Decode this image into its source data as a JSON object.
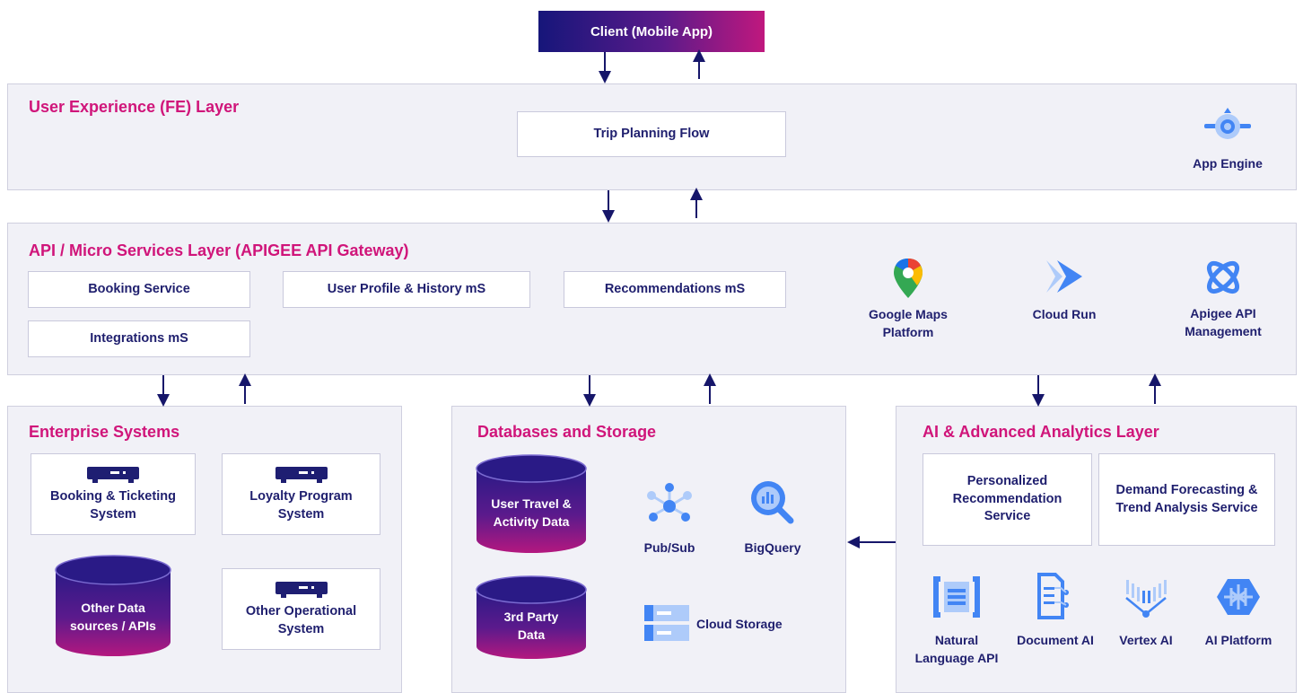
{
  "client": {
    "label": "Client (Mobile App)"
  },
  "ux_layer": {
    "title": "User Experience (FE) Layer",
    "flow": "Trip Planning Flow",
    "service_label": "App Engine"
  },
  "api_layer": {
    "title": "API / Micro Services Layer (APIGEE API Gateway)",
    "services": [
      "Booking Service",
      "User Profile & History mS",
      "Recommendations mS",
      "Integrations mS"
    ],
    "products": [
      "Google Maps Platform",
      "Cloud Run",
      "Apigee API Management"
    ]
  },
  "enterprise": {
    "title": "Enterprise Systems",
    "systems": [
      "Booking & Ticketing System",
      "Loyalty Program System",
      "Other Operational System"
    ],
    "datastore": "Other Data sources / APIs"
  },
  "databases": {
    "title": "Databases and Storage",
    "stores": [
      "User Travel & Activity Data",
      "3rd Party Data"
    ],
    "products": [
      "Pub/Sub",
      "BigQuery",
      "Cloud Storage"
    ]
  },
  "ai_layer": {
    "title": "AI & Advanced Analytics Layer",
    "services": [
      "Personalized Recommendation Service",
      "Demand Forecasting & Trend Analysis Service"
    ],
    "products": [
      "Natural Language API",
      "Document AI",
      "Vertex AI",
      "AI Platform"
    ]
  },
  "colors": {
    "accent": "#d0157a",
    "navy": "#1f1f6e",
    "layer_bg": "#f1f1f7",
    "google_blue": "#4285f4",
    "google_light_blue": "#aecbfa"
  }
}
